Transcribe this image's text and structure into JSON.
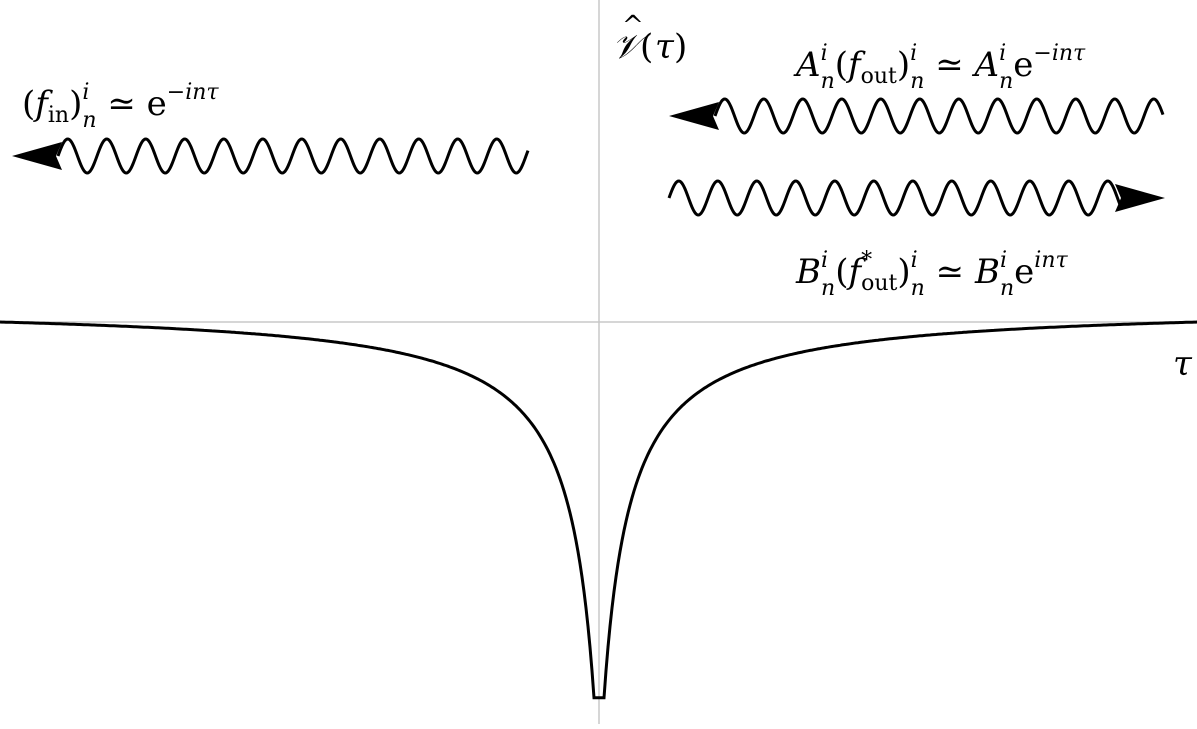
{
  "axes": {
    "y_label": {
      "script_V": "𝒱",
      "hat": "^",
      "open": "(",
      "var": "τ",
      "close": ")"
    },
    "x_label": "τ"
  },
  "potential_curve": {
    "description": "potential well with sharp dip at tau = 0",
    "baseline_level": 0,
    "depth": "large",
    "center": 0
  },
  "waves": {
    "incoming": {
      "direction": "left",
      "label": {
        "open": "(",
        "f": "f",
        "sub": "in",
        "close": ")",
        "sup": "i",
        "sub2": "n",
        "rel": " ≃ ",
        "e": "e",
        "exp": "−inτ"
      }
    },
    "outgoing_reflected": {
      "direction": "left",
      "label": {
        "coef": "A",
        "coef_sup": "i",
        "coef_sub": "n",
        "open": "(",
        "f": "f",
        "sub": "out",
        "close": ")",
        "sup": "i",
        "sub2": "n",
        "rel": " ≃ ",
        "coef2": "A",
        "coef2_sup": "i",
        "coef2_sub": "n",
        "e": "e",
        "exp": "−inτ"
      }
    },
    "outgoing_transmitted": {
      "direction": "right",
      "label": {
        "coef": "B",
        "coef_sup": "i",
        "coef_sub": "n",
        "open": "(",
        "f": "f",
        "star": "*",
        "sub": "out",
        "close": ")",
        "sup": "i",
        "sub2": "n",
        "rel": " ≃ ",
        "coef2": "B",
        "coef2_sup": "i",
        "coef2_sub": "n",
        "e": "e",
        "exp": "inτ"
      }
    }
  },
  "colors": {
    "ink": "#000000",
    "axis": "#c8c8c8",
    "background": "#ffffff"
  }
}
